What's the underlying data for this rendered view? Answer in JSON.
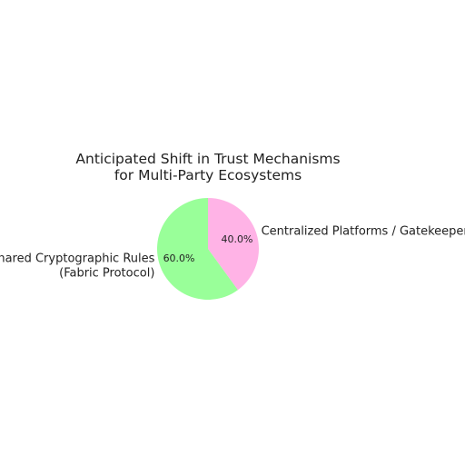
{
  "chart_data": {
    "type": "pie",
    "title": [
      "Anticipated Shift in Trust Mechanisms",
      "for Multi-Party Ecosystems"
    ],
    "slices": [
      {
        "label": [
          "Centralized Platforms / Gatekeepers"
        ],
        "value": 40.0,
        "pct_label": "40.0%",
        "color": "#ffb3e6"
      },
      {
        "label": [
          "Shared Cryptographic Rules",
          "(Fabric Protocol)"
        ],
        "value": 60.0,
        "pct_label": "60.0%",
        "color": "#99ff99"
      }
    ],
    "start_angle": "top",
    "direction": "clockwise",
    "legend": "none"
  }
}
